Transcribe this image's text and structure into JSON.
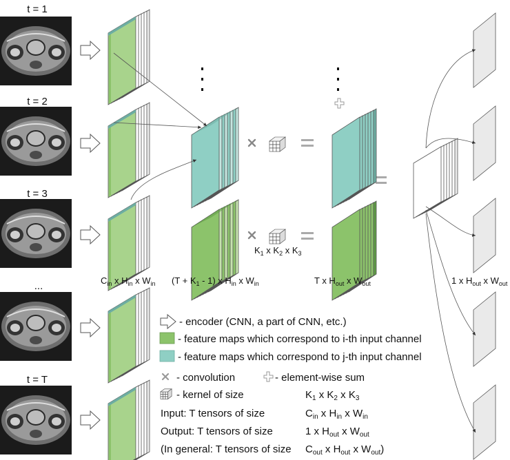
{
  "timesteps": [
    {
      "label": "t = 1"
    },
    {
      "label": "t = 2"
    },
    {
      "label": "t = 3"
    },
    {
      "label": "..."
    },
    {
      "label": "t = T"
    }
  ],
  "dims": {
    "input": {
      "base": "C",
      "sub1": "in",
      "m1": " x H",
      "sub2": "in",
      "m2": " x W",
      "sub3": "in"
    },
    "stacked": {
      "text": "(T + K",
      "sub0": "1",
      "rest": " - 1) x H",
      "sub1": "in",
      "m1": " x W",
      "sub2": "in"
    },
    "kernel": {
      "a": "K",
      "s1": "1",
      "b": " x K",
      "s2": "2",
      "c": " x K",
      "s3": "3"
    },
    "conv_out": {
      "a": "T x H",
      "s1": "out",
      "b": " x W",
      "s2": "out"
    },
    "final": {
      "a": "1 x H",
      "s1": "out",
      "b": " x W",
      "s2": "out"
    }
  },
  "legend": {
    "encoder": "- encoder (CNN, a part of CNN, etc.)",
    "green": "- feature maps which correspond to i-th input channel",
    "teal": "- feature maps which correspond to j-th input channel",
    "conv": "- convolution",
    "sum": "- element-wise sum",
    "kernel_label": "- kernel of size",
    "input_label": "Input: T tensors of size",
    "output_label": "Output: T tensors of size",
    "general_label": "(In general: T tensors of size",
    "general_close": ")",
    "out_a": "1 x H",
    "out_s1": "out",
    "out_b": " x W",
    "out_s2": "out",
    "gen_a": "C",
    "gen_s1": "out",
    "gen_b": " x H",
    "gen_s2": "out",
    "gen_c": " x W",
    "gen_s3": "out"
  },
  "colors": {
    "green": "#8cc36b",
    "green_light": "#c6e2ae",
    "teal": "#8fcfc4",
    "teal_light": "#c6e6e0",
    "teal_dark": "#6dada2",
    "green_dark": "#5f9a46",
    "gray_sheet": "#eaeaea",
    "stroke": "#555555"
  }
}
